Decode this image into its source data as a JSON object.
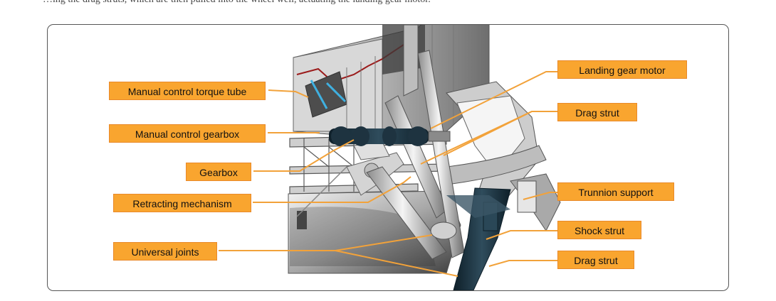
{
  "caption_fragment": "…ing the drag struts, which are then pulled into the wheel well, actuating the landing gear motor.",
  "labels": {
    "manual_control_torque_tube": "Manual control torque tube",
    "manual_control_gearbox": "Manual control gearbox",
    "gearbox": "Gearbox",
    "retracting_mechanism": "Retracting mechanism",
    "universal_joints": "Universal joints",
    "landing_gear_motor": "Landing gear motor",
    "drag_strut_upper": "Drag strut",
    "trunnion_support": "Trunnion support",
    "shock_strut": "Shock strut",
    "drag_strut_lower": "Drag strut"
  },
  "colors": {
    "label_fill": "#f9a52f",
    "leader_line": "#f2a23a",
    "gear_dark": "#1e3340",
    "structure": "#b9b9b9"
  }
}
